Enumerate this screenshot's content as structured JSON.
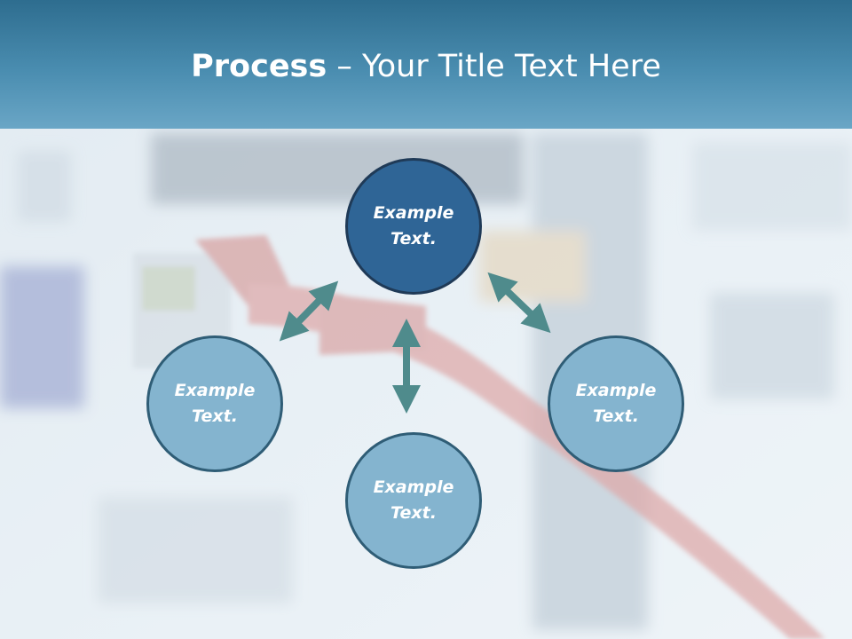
{
  "slide": {
    "title_bold": "Process",
    "title_rest": " – Your Title Text Here",
    "nodes": {
      "top": "Example Text.",
      "left": "Example Text.",
      "right": "Example Text.",
      "bottom": "Example Text."
    }
  },
  "colors": {
    "header": "#4a8db0",
    "node_primary": "#2f6596",
    "node_secondary": "#84b4cf",
    "arrow": "#4f8b8c"
  }
}
